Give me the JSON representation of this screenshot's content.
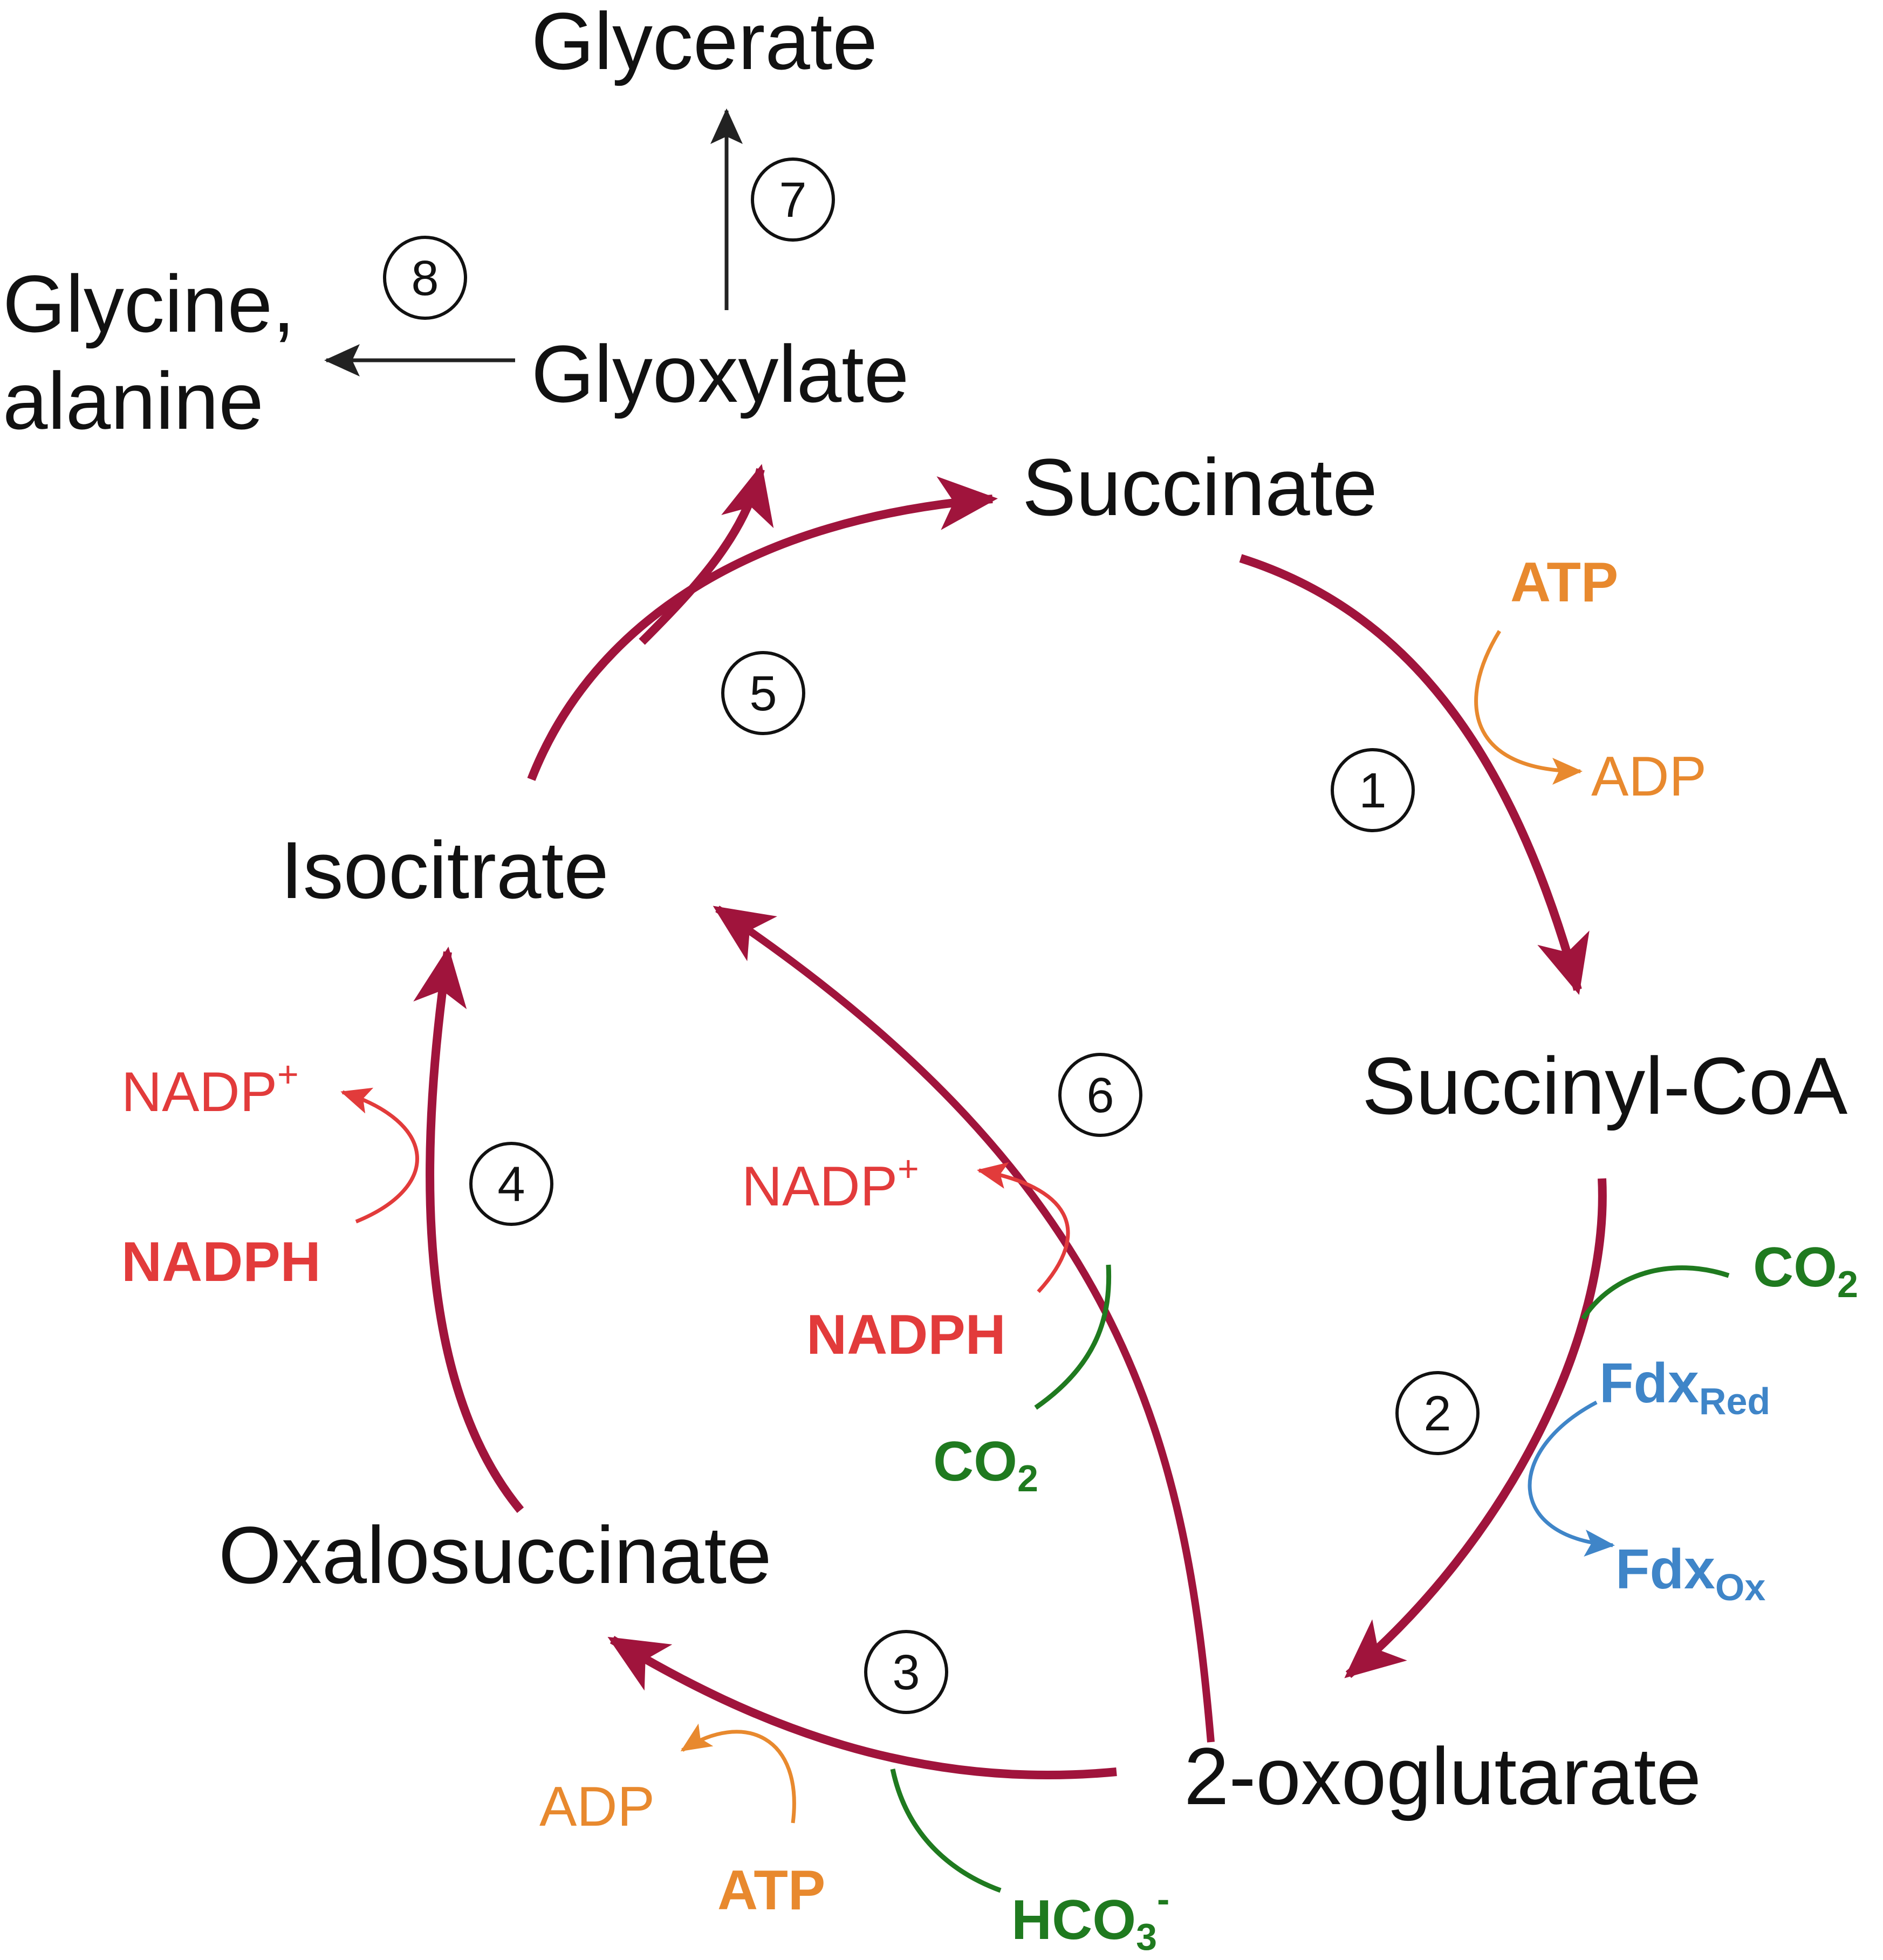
{
  "colors": {
    "main": "#a0143c",
    "orange": "#e8892e",
    "red": "#e23b3b",
    "green": "#1f7a1f",
    "blue": "#3f85c8",
    "black": "#222222"
  },
  "metabolites": {
    "glycerate": "Glycerate",
    "glycine_1": "Glycine,",
    "glycine_2": "alanine",
    "glyoxylate": "Glyoxylate",
    "succinate": "Succinate",
    "succinyl_coa": "Succinyl-CoA",
    "isocitrate": "Isocitrate",
    "oxalosuccinate": "Oxalosuccinate",
    "oxoglutarate": "2-oxoglutarate"
  },
  "steps": [
    "1",
    "2",
    "3",
    "4",
    "5",
    "6",
    "7",
    "8"
  ],
  "cofactors": {
    "atp": "ATP",
    "adp": "ADP",
    "nadp_base": "NADP",
    "nadp_sup": "+",
    "nadph": "NADPH",
    "co2_base": "CO",
    "co2_sub": "2",
    "fdx": "Fdx",
    "red_sub": "Red",
    "ox_sub": "Ox",
    "hco3_base": "HCO",
    "hco3_sub": "3",
    "hco3_sup": "-"
  }
}
